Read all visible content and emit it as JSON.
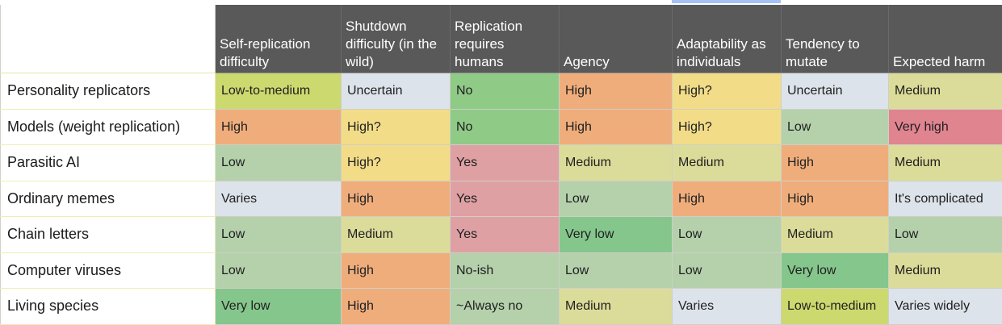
{
  "table": {
    "corner_label": "",
    "columns": [
      "Self-replication difficulty",
      "Shutdown difficulty (in the wild)",
      "Replication requires humans",
      "Agency",
      "Adaptability as individuals",
      "Tendency to mutate",
      "Expected harm"
    ],
    "rows": [
      {
        "label": "Personality replicators",
        "cells": [
          {
            "value": "Low-to-medium",
            "color": "#ccd96e"
          },
          {
            "value": "Uncertain",
            "color": "#dde3ea"
          },
          {
            "value": "No",
            "color": "#8fca87"
          },
          {
            "value": "High",
            "color": "#f0ad7c"
          },
          {
            "value": "High?",
            "color": "#f2dc88"
          },
          {
            "value": "Uncertain",
            "color": "#dde3ea"
          },
          {
            "value": "Medium",
            "color": "#dcdc9a"
          }
        ]
      },
      {
        "label": "Models (weight replication)",
        "cells": [
          {
            "value": "High",
            "color": "#f0ad7c"
          },
          {
            "value": "High?",
            "color": "#f2dc88"
          },
          {
            "value": "No",
            "color": "#8fca87"
          },
          {
            "value": "High",
            "color": "#f0ad7c"
          },
          {
            "value": "High?",
            "color": "#f2dc88"
          },
          {
            "value": "Low",
            "color": "#b4d1ab"
          },
          {
            "value": "Very high",
            "color": "#e08490"
          }
        ]
      },
      {
        "label": "Parasitic AI",
        "cells": [
          {
            "value": "Low",
            "color": "#b4d1ab"
          },
          {
            "value": "High?",
            "color": "#f2dc88"
          },
          {
            "value": "Yes",
            "color": "#dea0a3"
          },
          {
            "value": "Medium",
            "color": "#dcdc9a"
          },
          {
            "value": "Medium",
            "color": "#dcdc9a"
          },
          {
            "value": "High",
            "color": "#f0ad7c"
          },
          {
            "value": "Medium",
            "color": "#dcdc9a"
          }
        ]
      },
      {
        "label": "Ordinary memes",
        "cells": [
          {
            "value": "Varies",
            "color": "#dde3ea"
          },
          {
            "value": "High",
            "color": "#f0ad7c"
          },
          {
            "value": "Yes",
            "color": "#dea0a3"
          },
          {
            "value": "Low",
            "color": "#b4d1ab"
          },
          {
            "value": "High",
            "color": "#f0ad7c"
          },
          {
            "value": "High",
            "color": "#f0ad7c"
          },
          {
            "value": "It's complicated",
            "color": "#dde3ea"
          }
        ]
      },
      {
        "label": "Chain letters",
        "cells": [
          {
            "value": "Low",
            "color": "#b4d1ab"
          },
          {
            "value": "Medium",
            "color": "#dcdc9a"
          },
          {
            "value": "Yes",
            "color": "#dea0a3"
          },
          {
            "value": "Very low",
            "color": "#85c68c"
          },
          {
            "value": "Low",
            "color": "#b4d1ab"
          },
          {
            "value": "Medium",
            "color": "#dcdc9a"
          },
          {
            "value": "Low",
            "color": "#b4d1ab"
          }
        ]
      },
      {
        "label": "Computer viruses",
        "cells": [
          {
            "value": "Low",
            "color": "#b4d1ab"
          },
          {
            "value": "High",
            "color": "#f0ad7c"
          },
          {
            "value": "No-ish",
            "color": "#b4d1ab"
          },
          {
            "value": "Low",
            "color": "#b4d1ab"
          },
          {
            "value": "Low",
            "color": "#b4d1ab"
          },
          {
            "value": "Very low",
            "color": "#85c68c"
          },
          {
            "value": "Medium",
            "color": "#dcdc9a"
          }
        ]
      },
      {
        "label": "Living species",
        "cells": [
          {
            "value": "Very low",
            "color": "#85c68c"
          },
          {
            "value": "High",
            "color": "#f0ad7c"
          },
          {
            "value": "~Always no",
            "color": "#b4d1ab"
          },
          {
            "value": "Medium",
            "color": "#dcdc9a"
          },
          {
            "value": "Varies",
            "color": "#dde3ea"
          },
          {
            "value": "Low-to-medium",
            "color": "#ccd96e"
          },
          {
            "value": "Varies widely",
            "color": "#dde3ea"
          }
        ]
      }
    ]
  },
  "theme": {
    "header_background": "#595959",
    "header_text": "#ffffff",
    "grid_line": "#cfcfc5",
    "sheet_background": "#ffffff",
    "selection_accent": "#a4c2f4"
  }
}
